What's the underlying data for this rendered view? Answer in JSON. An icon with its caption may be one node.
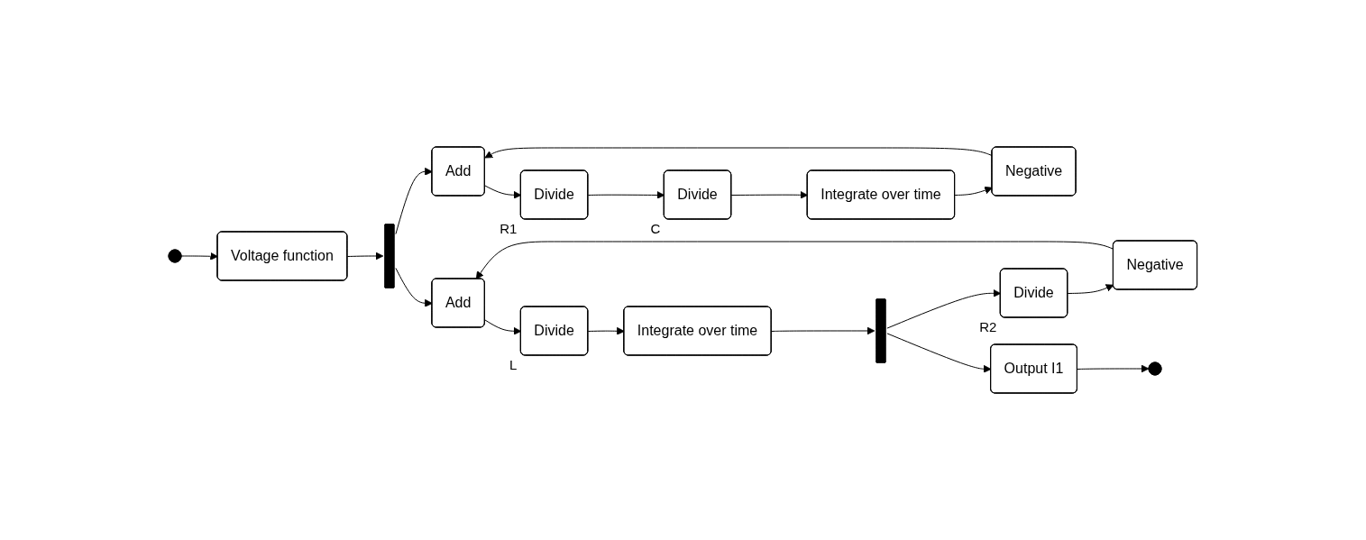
{
  "diagram": {
    "nodes": [
      {
        "text": [],
        "shape": "circle"
      },
      {
        "text": [
          "Voltage function"
        ]
      },
      {
        "text": [],
        "shape": "bar"
      },
      {
        "text": [
          "Negative"
        ]
      },
      {
        "text": [
          "Add"
        ]
      },
      {
        "text": [
          "Divide"
        ],
        "beside": [
          "R1"
        ]
      },
      {
        "text": [
          "Divide"
        ],
        "beside": [
          "C"
        ]
      },
      {
        "text": [
          "Integrate over time"
        ]
      },
      {
        "text": [
          "Negative"
        ]
      },
      {
        "text": [
          "Add"
        ]
      },
      {
        "text": [
          "Divide"
        ],
        "beside": [
          "L"
        ]
      },
      {
        "text": [
          "Integrate over time"
        ]
      },
      {
        "text": [],
        "shape": "bar"
      },
      {
        "text": [
          "Divide"
        ],
        "beside": [
          "R2"
        ]
      },
      {
        "text": [
          "Output I1"
        ]
      },
      {
        "text": [],
        "shape": "circle"
      }
    ],
    "edges": [
      {
        "from": 0,
        "to": 1,
        "arrow": "to"
      },
      {
        "from": 1,
        "to": 2,
        "arrow": "to"
      },
      {
        "from": 2,
        "to": 4,
        "arrow": "to"
      },
      {
        "from": 2,
        "to": 9,
        "arrow": "to"
      },
      {
        "from": 3,
        "to": 4,
        "arrow": "to"
      },
      {
        "from": 4,
        "to": 5,
        "arrow": "to"
      },
      {
        "from": 5,
        "to": 6,
        "arrow": "to"
      },
      {
        "from": 6,
        "to": 7,
        "arrow": "to"
      },
      {
        "from": 7,
        "to": 3,
        "arrow": "to"
      },
      {
        "from": 8,
        "to": 9,
        "arrow": "to"
      },
      {
        "from": 9,
        "to": 10,
        "arrow": "to"
      },
      {
        "from": 10,
        "to": 11,
        "arrow": "to"
      },
      {
        "from": 11,
        "to": 12,
        "arrow": "to"
      },
      {
        "from": 12,
        "to": 13,
        "arrow": "to"
      },
      {
        "from": 12,
        "to": 14,
        "arrow": "to"
      },
      {
        "from": 13,
        "to": 8,
        "arrow": "to"
      },
      {
        "from": 14,
        "to": 15,
        "arrow": "to"
      }
    ]
  }
}
